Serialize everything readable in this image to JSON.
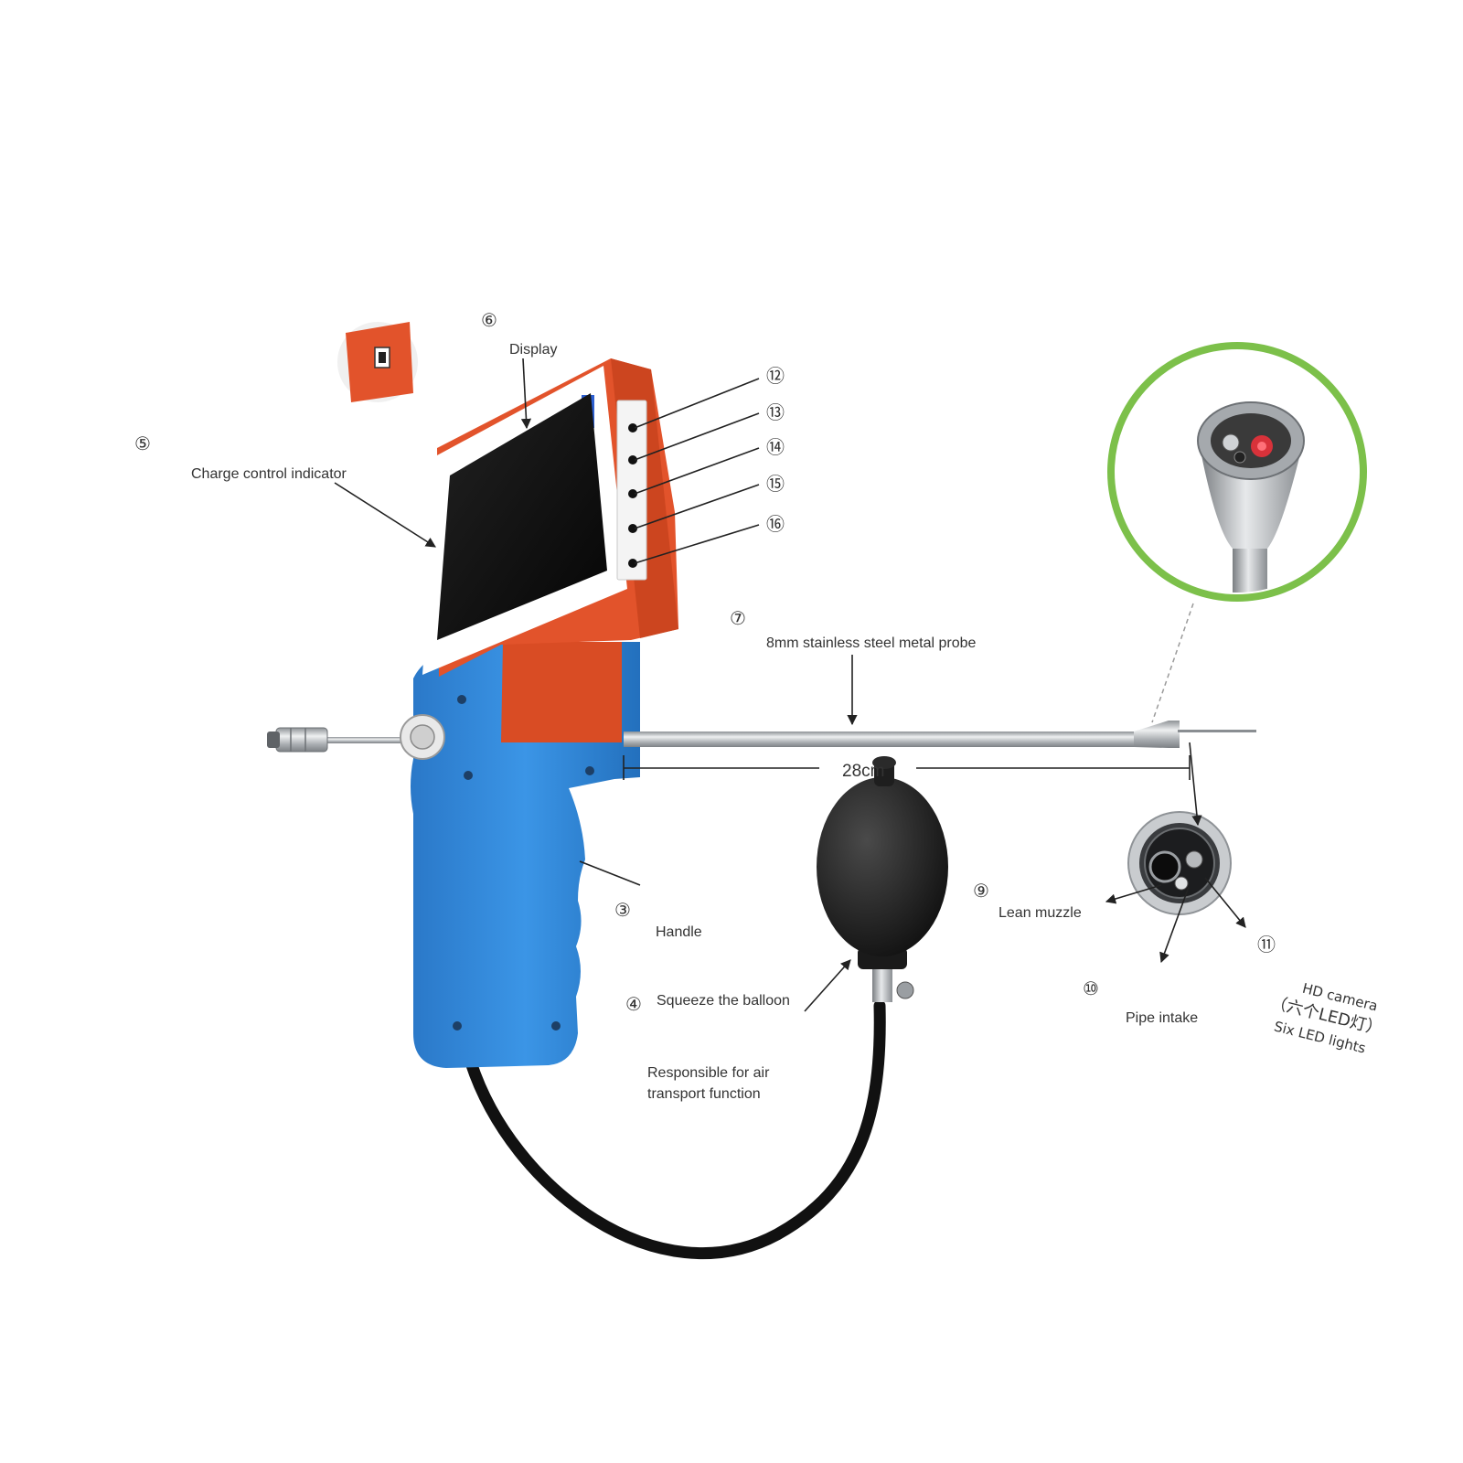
{
  "callouts": {
    "c3": {
      "num": "③",
      "label": "Handle"
    },
    "c4": {
      "num": "④",
      "label": "Squeeze the balloon",
      "sub1": "Responsible for air",
      "sub2": "transport function"
    },
    "c5": {
      "num": "⑤",
      "label": "Charge control indicator"
    },
    "c6": {
      "num": "⑥",
      "label": "Display"
    },
    "c7": {
      "num": "⑦",
      "label": "8mm stainless steel metal probe"
    },
    "c9": {
      "num": "⑨",
      "label": "Lean muzzle"
    },
    "c10": {
      "num": "⑩",
      "label": "Pipe intake"
    },
    "c11": {
      "num": "⑪",
      "label1": "HD camera",
      "label2": "（六个LED灯）",
      "label3": "Six LED lights"
    },
    "c12": {
      "num": "⑫"
    },
    "c13": {
      "num": "⑬"
    },
    "c14": {
      "num": "⑭"
    },
    "c15": {
      "num": "⑮"
    },
    "c16": {
      "num": "⑯"
    }
  },
  "dimension": {
    "length": "28cm"
  },
  "colors": {
    "housing_orange": "#e2532b",
    "handle_blue": "#2f86d8",
    "zoom_ring_green": "#7cc04a",
    "bulb_black": "#1b1b1b",
    "screen_black": "#0c0c0c",
    "steel": "#b9bcbf"
  },
  "icons": [
    "charge-indicator-inset",
    "camera-tip-zoom",
    "camera-face-view"
  ]
}
